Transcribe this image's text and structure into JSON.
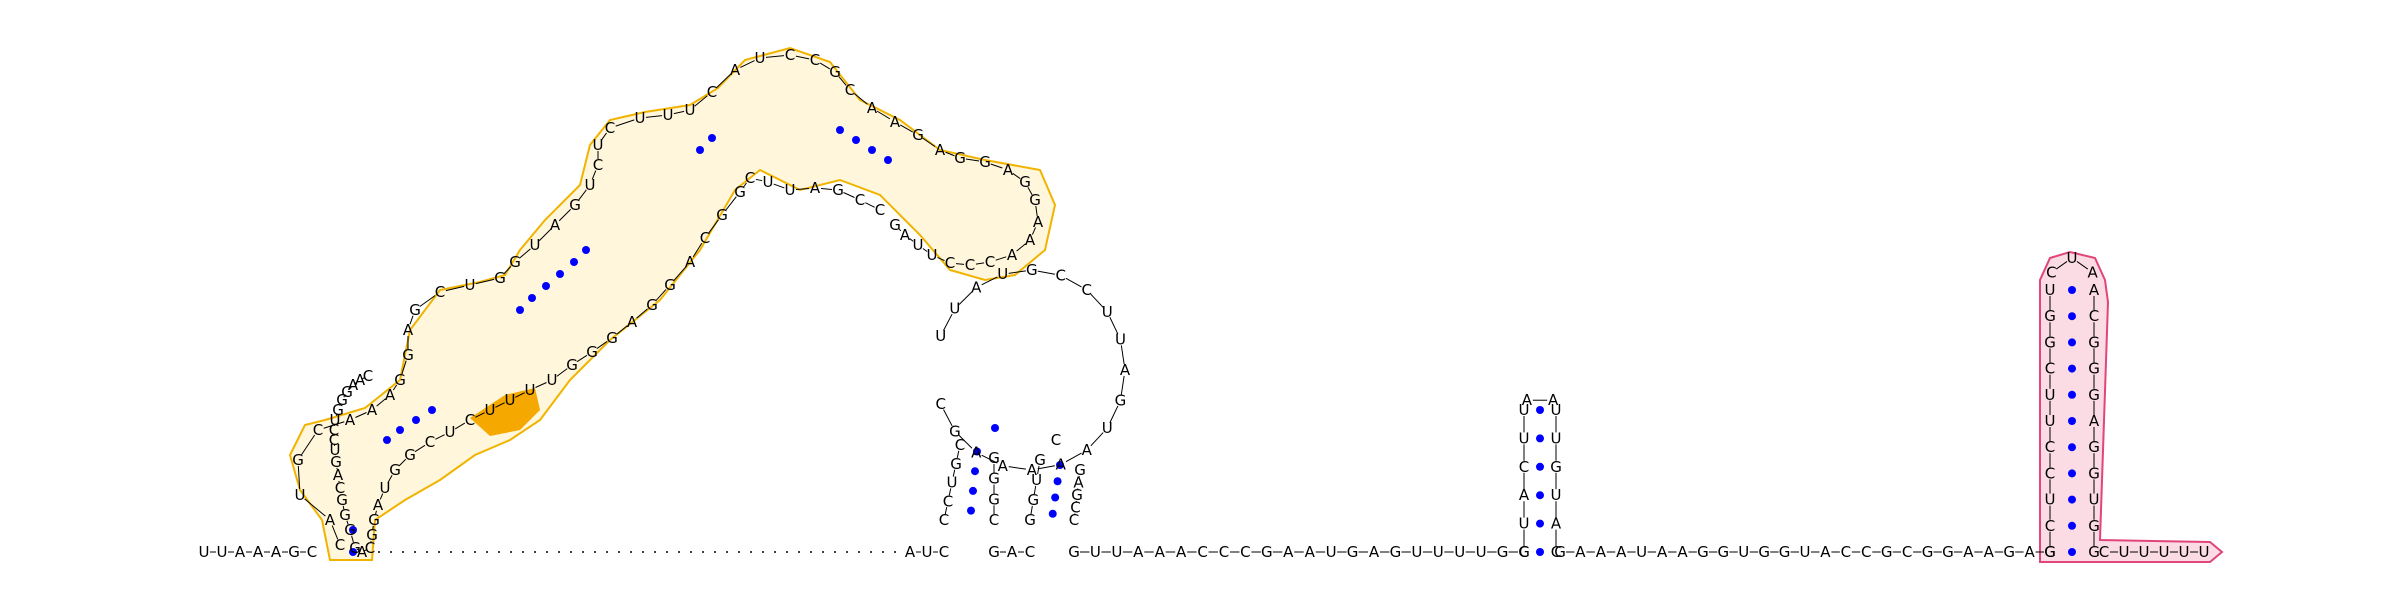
{
  "colors": {
    "background": "#ffffff",
    "base_pair_dot": "#0000ff",
    "highlight_orange_outline": "#f0b400",
    "highlight_orange_fill": "#fff6dc",
    "highlight_orange_solid": "#f5a800",
    "highlight_pink_outline": "#e0457b",
    "highlight_pink_fill": "#fbdbe4",
    "text": "#000000"
  },
  "baseline": {
    "five_prime": "UUAAAGC",
    "junction_left": "AUC",
    "junction_mid": "GAC",
    "junction_right": "GUUAAACCCGAAUGAGUUUUGC",
    "junction_right2": "GAAAUAAGGUGGUACCGCGGAAGAG",
    "three_prime": "CUUUUU"
  },
  "hairpin_small": {
    "strand_5": "GUACUU",
    "loop": "AA",
    "strand_3": "UUGUAC"
  },
  "hairpin_terminator": {
    "strand_5": "GCUCCUUCGGU",
    "loop": "CUA",
    "strand_3": "ACGGGAGGUGG"
  },
  "two_stems": {
    "left_5": "CCUGC",
    "left_3": "GGGC",
    "right_5": "GGUG",
    "right_3": "GAGCC",
    "mid": "C"
  },
  "big_domain": {
    "strand_5": "CAUGCAAAGGAGCUGGUAGUCUCUUUCAUCCGCAAGAGGAGGAAACCCUUAG",
    "strand_3": "CCGAUUCGGCAGGAGGGUUUUCUCGGUAGGCAGGGGCAGUCCUGGGAAC",
    "inner_loop": "UUAUGCCUUAGUAAAAAGC"
  }
}
